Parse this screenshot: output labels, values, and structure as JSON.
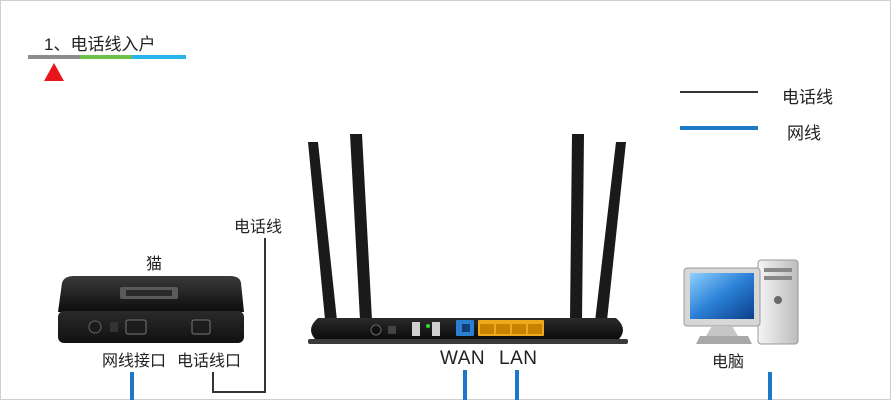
{
  "header": {
    "title": "1、电话线入户"
  },
  "step_bar": {
    "colors": [
      "#8c8c8c",
      "#6dc24b",
      "#29b6ef"
    ]
  },
  "legend": {
    "phone": {
      "label": "电话线",
      "color": "#333333"
    },
    "network": {
      "label": "网线",
      "color": "#1e78c8"
    }
  },
  "modem": {
    "label": "猫",
    "port_network": "网线接口",
    "port_phone": "电话线口"
  },
  "phone_line": {
    "label": "电话线"
  },
  "router": {
    "wan": "WAN",
    "lan": "LAN",
    "wan_color": "#2c7fd0",
    "lan_color": "#f0a81c"
  },
  "pc": {
    "label": "电脑"
  }
}
